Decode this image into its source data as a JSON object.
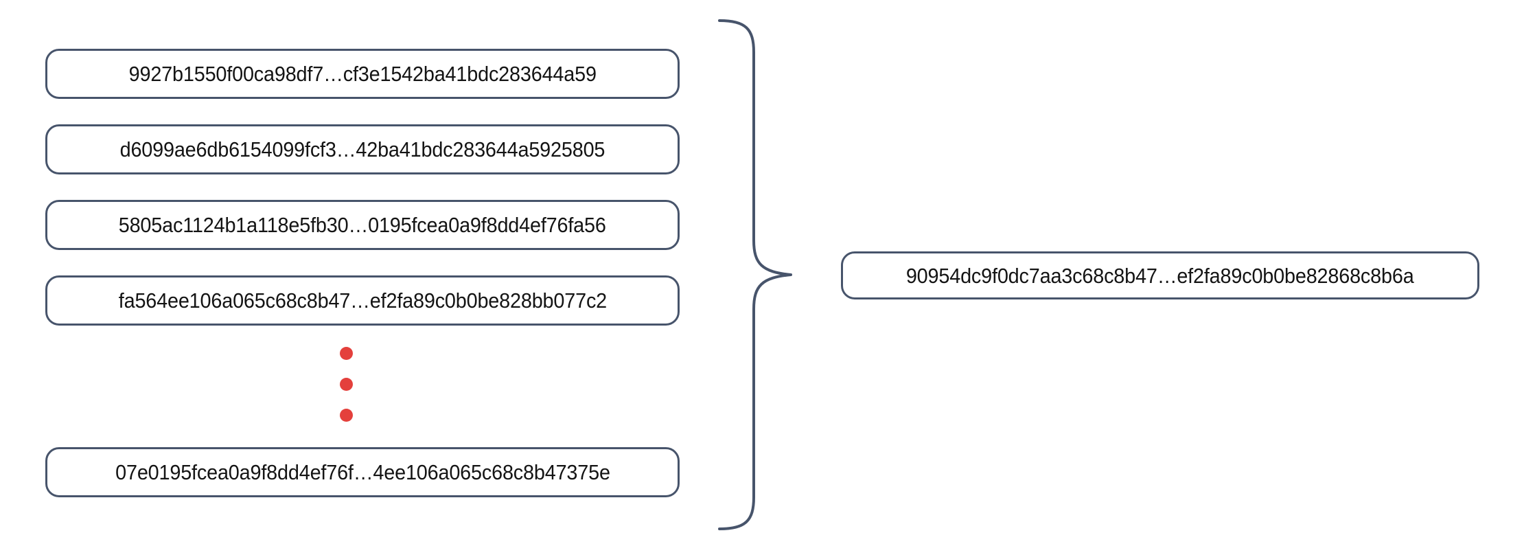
{
  "diagram": {
    "type": "hash-aggregation",
    "background_color": "#ffffff",
    "box_border_color": "#47546b",
    "dot_color": "#e4403c",
    "text_color": "#141414",
    "brace_color": "#47546b",
    "inputs": {
      "label": "input-hash-list",
      "items": [
        {
          "value": "9927b1550f00ca98df7…cf3e1542ba41bdc283644a59"
        },
        {
          "value": "d6099ae6db6154099fcf3…42ba41bdc283644a5925805"
        },
        {
          "value": "5805ac1124b1a118e5fb30…0195fcea0a9f8dd4ef76fa56"
        },
        {
          "value": "fa564ee106a065c68c8b47…ef2fa89c0b0be828bb077c2"
        },
        {
          "value": "07e0195fcea0a9f8dd4ef76f…4ee106a065c68c8b47375e"
        }
      ],
      "continuation_indicator": {
        "name": "vertical-ellipsis",
        "dot_count": 3
      }
    },
    "output": {
      "label": "aggregated-hash",
      "value": "90954dc9f0dc7aa3c68c8b47…ef2fa89c0b0be82868c8b6a"
    },
    "connector": {
      "name": "curly-brace",
      "orientation": "right-pointing"
    }
  }
}
